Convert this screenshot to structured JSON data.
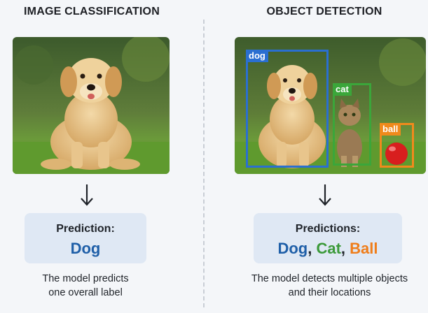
{
  "left": {
    "title": "IMAGE CLASSIFICATION",
    "prediction_title": "Prediction:",
    "prediction_value": "Dog",
    "caption_line1": "The model predicts",
    "caption_line2": "one overall label"
  },
  "right": {
    "title": "OBJECT DETECTION",
    "prediction_title": "Predictions:",
    "predictions": [
      {
        "label": "Dog",
        "color": "#1f5fa8"
      },
      {
        "label": "Cat",
        "color": "#3c9a3a"
      },
      {
        "label": "Ball",
        "color": "#ef7d1a"
      }
    ],
    "separator": ", ",
    "boxes": [
      {
        "label": "dog",
        "color": "#2a6fd1"
      },
      {
        "label": "cat",
        "color": "#3ba63a"
      },
      {
        "label": "ball",
        "color": "#f08a1c"
      }
    ],
    "caption_line1": "The model detects multiple objects",
    "caption_line2": "and their locations"
  },
  "colors": {
    "dog_text": "#1f5fa8",
    "prediction_bg": "#dfe8f4",
    "page_bg": "#f4f6f9"
  },
  "icons": {
    "arrow": "arrow-down-icon"
  }
}
